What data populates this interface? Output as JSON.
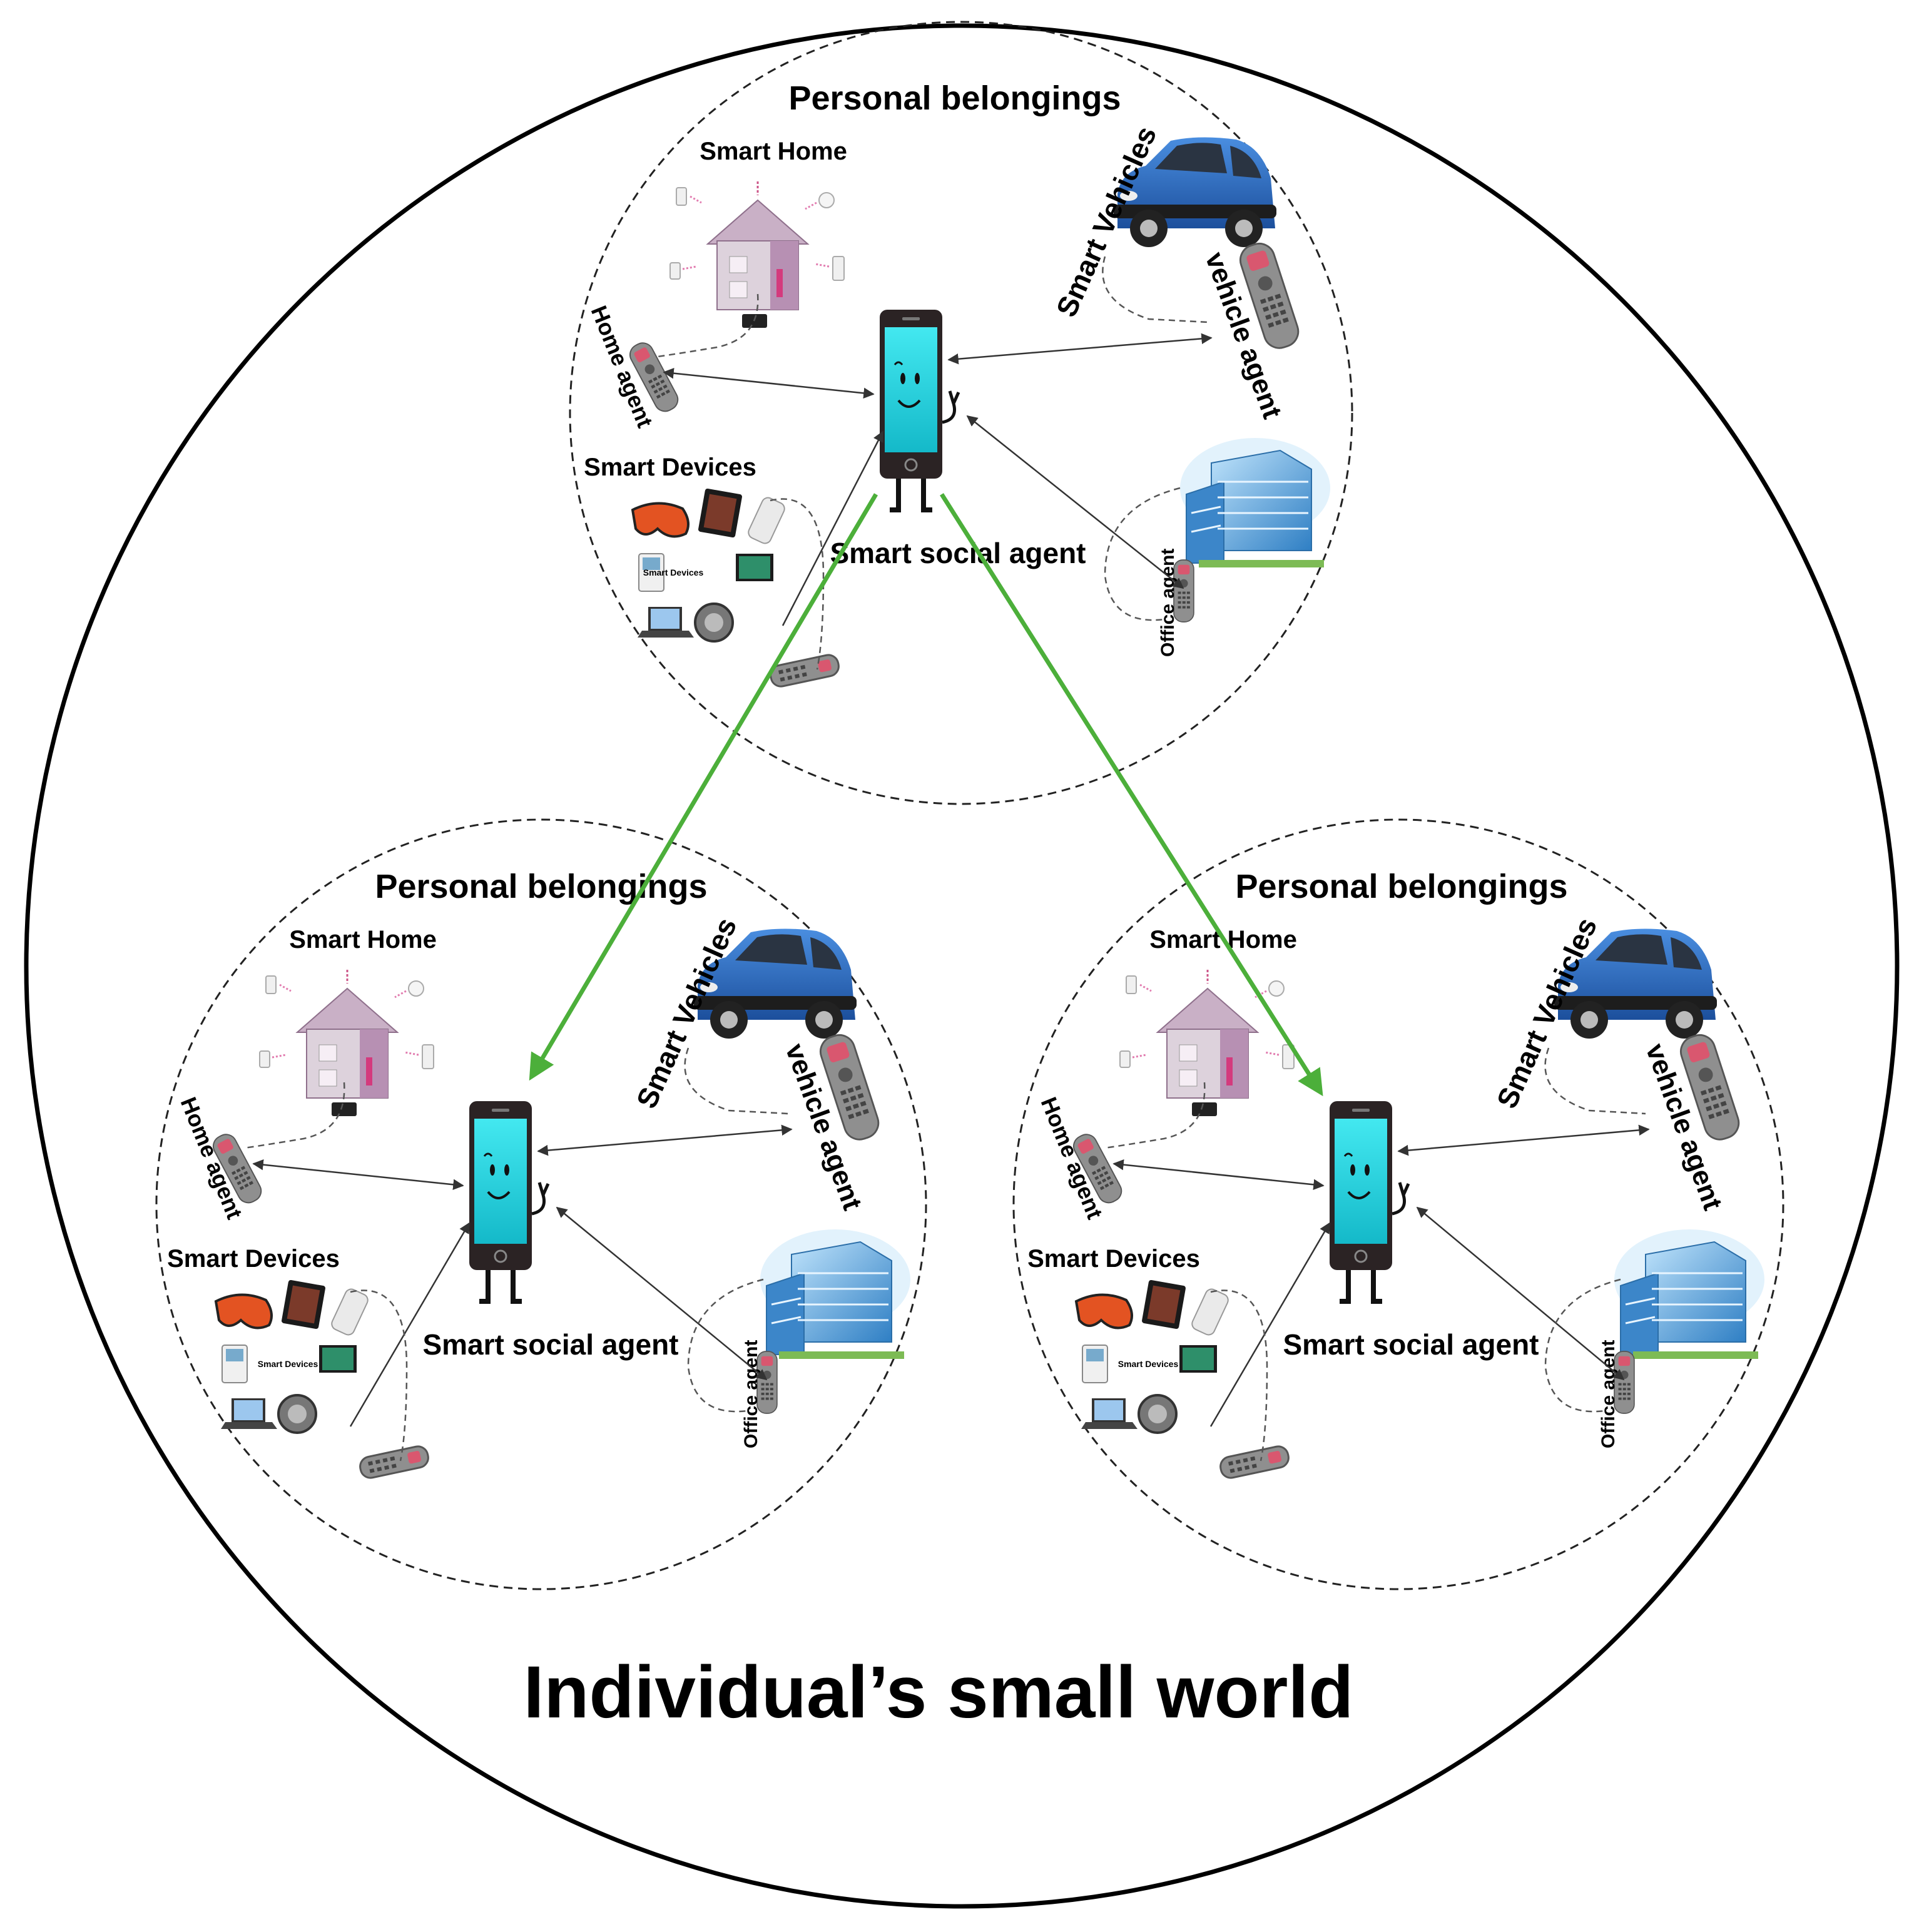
{
  "diagram": {
    "title": "Individual’s small world",
    "connection_color": "#4caf3a",
    "groups": [
      {
        "id": "top",
        "heading": "Personal belongings",
        "smart_home": "Smart Home",
        "smart_vehicles": "Smart Vehicles",
        "vehicle_agent": "vehicle agent",
        "home_agent": "Home agent",
        "smart_devices": "Smart Devices",
        "smart_devices_panel": "Smart Devices",
        "center": "Smart social agent",
        "office_agent": "Office agent"
      },
      {
        "id": "left",
        "heading": "Personal belongings",
        "smart_home": "Smart Home",
        "smart_vehicles": "Smart Vehicles",
        "vehicle_agent": "vehicle agent",
        "home_agent": "Home agent",
        "smart_devices": "Smart Devices",
        "smart_devices_panel": "Smart Devices",
        "center": "Smart social agent",
        "office_agent": "Office agent"
      },
      {
        "id": "right",
        "heading": "Personal belongings",
        "smart_home": "Smart Home",
        "smart_vehicles": "Smart Vehicles",
        "vehicle_agent": "vehicle agent",
        "home_agent": "Home agent",
        "smart_devices": "Smart Devices",
        "smart_devices_panel": "Smart Devices",
        "center": "Smart social agent",
        "office_agent": "Office agent"
      }
    ],
    "connections": [
      {
        "from": "top",
        "to": "left"
      },
      {
        "from": "top",
        "to": "right"
      }
    ]
  }
}
